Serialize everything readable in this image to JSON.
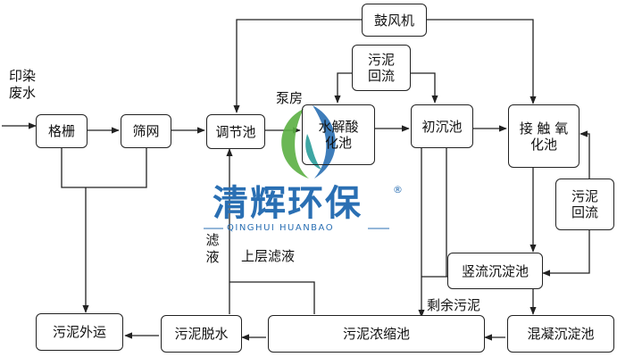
{
  "input_label": [
    "印染",
    "废水"
  ],
  "nodes": {
    "grille": "格栅",
    "screen": "筛网",
    "equalization": "调节池",
    "hydrolysis": [
      "水解酸",
      "化池"
    ],
    "primary": "初沉池",
    "contact_oxidation": [
      "接 触 氧",
      "化池"
    ],
    "blower": "鼓风机",
    "sludge_return_1": [
      "污泥",
      "回流"
    ],
    "sludge_return_2": [
      "污泥",
      "回流"
    ],
    "vertical_settling": "竖流沉淀池",
    "coagulation_settling": "混凝沉淀池",
    "sludge_thickening": "污泥浓缩池",
    "sludge_dewatering": "污泥脱水",
    "sludge_haulage": "污泥外运"
  },
  "labels": {
    "pump_room": "泵房",
    "filtrate": [
      "滤",
      "液"
    ],
    "upper_filtrate": "上层滤液",
    "excess_sludge": "剩余污泥"
  },
  "watermark": {
    "brand_cn": "清辉环保",
    "brand_en": "QINGHUI HUANBAO",
    "registered": "®"
  },
  "colors": {
    "line": "#222222",
    "watermark_blue": "#2a6fb3",
    "watermark_green": "#5bb043",
    "watermark_teal": "#2a9d9a"
  }
}
